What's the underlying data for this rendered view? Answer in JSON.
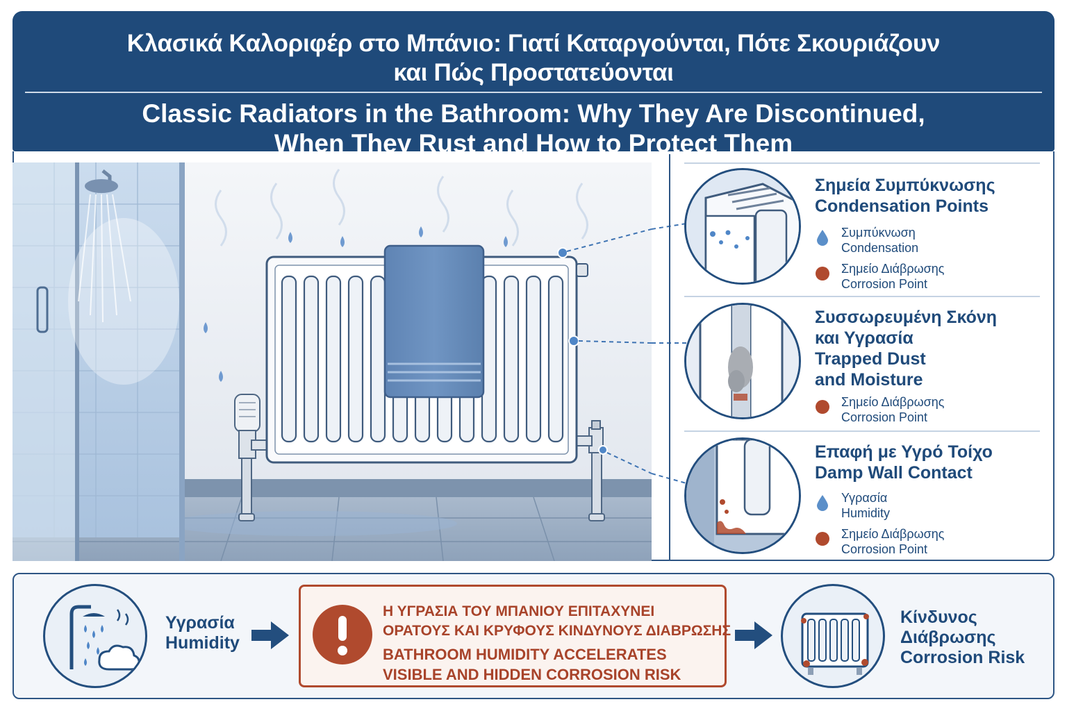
{
  "header": {
    "title_gr_line1": "Κλασικά Καλοριφέρ στο Μπάνιο: Γιατί Καταργούνται, Πότε Σκουριάζουν",
    "title_gr_line2": "και Πώς Προστατεύονται",
    "title_en_line1": "Classic Radiators in the Bathroom: Why They Are Discontinued,",
    "title_en_line2": "When They Rust and How to Protect Them"
  },
  "panels": [
    {
      "title_gr": "Σημεία Συμπύκνωσης",
      "title_en": "Condensation Points",
      "legend": [
        {
          "icon": "water-drop-icon",
          "gr": "Συμπύκνωση",
          "en": "Condensation"
        },
        {
          "icon": "rust-dot-icon",
          "gr": "Σημείο Διάβρωσης",
          "en": "Corrosion Point"
        }
      ]
    },
    {
      "title_gr_1": "Συσσωρευμένη Σκόνη",
      "title_gr_2": "και Υγρασία",
      "title_en_1": "Trapped Dust",
      "title_en_2": "and Moisture",
      "legend": [
        {
          "icon": "rust-dot-icon",
          "gr": "Σημείο Διάβρωσης",
          "en": "Corrosion Point"
        }
      ]
    },
    {
      "title_gr": "Επαφή με Υγρό Τοίχο",
      "title_en": "Damp Wall Contact",
      "legend": [
        {
          "icon": "water-drop-icon",
          "gr": "Υγρασία",
          "en": "Humidity"
        },
        {
          "icon": "rust-dot-icon",
          "gr": "Σημείο Διάβρωσης",
          "en": "Corrosion Point"
        }
      ]
    }
  ],
  "bottom": {
    "left_gr": "Υγρασία",
    "left_en": "Humidity",
    "warning_gr_1": "Η ΥΓΡΑΣΙΑ ΤΟΥ ΜΠΑΝΙΟΥ ΕΠΙΤΑΧΥΝΕΙ",
    "warning_gr_2": "ΟΡΑΤΟΥΣ ΚΑΙ ΚΡΥΦΟΥΣ ΚΙΝΔΥΝΟΥΣ ΔΙΑΒΡΩΣΗΣ",
    "warning_en_1": "BATHROOM HUMIDITY ACCELERATES",
    "warning_en_2": "VISIBLE AND HIDDEN CORROSION RISK",
    "right_gr_1": "Κίνδυνος",
    "right_gr_2": "Διάβρωσης",
    "right_en": "Corrosion Risk"
  },
  "colors": {
    "navy": "#1f4a7a",
    "rust": "#b04a2e",
    "drop": "#5b8fc9",
    "light_bg": "#f3f6fa"
  }
}
